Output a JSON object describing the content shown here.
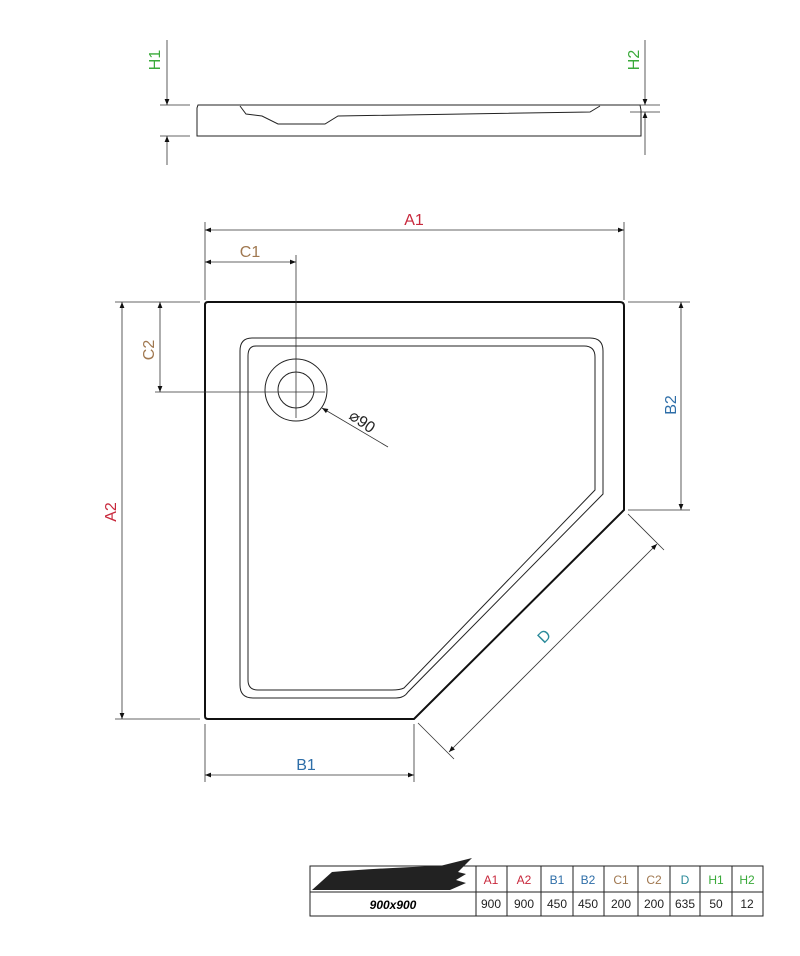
{
  "labels": {
    "A1": "A1",
    "A2": "A2",
    "B1": "B1",
    "B2": "B2",
    "C1": "C1",
    "C2": "C2",
    "D": "D",
    "H1": "H1",
    "H2": "H2",
    "drain": "90"
  },
  "colors": {
    "A": "#c8283c",
    "B": "#2e6ea8",
    "C": "#a07850",
    "D": "#2a8a9a",
    "H": "#3aaa3a"
  },
  "table": {
    "headers": [
      "A1",
      "A2",
      "B1",
      "B2",
      "C1",
      "C2",
      "D",
      "H1",
      "H2"
    ],
    "model": "900x900",
    "values": [
      "900",
      "900",
      "450",
      "450",
      "200",
      "200",
      "635",
      "50",
      "12"
    ]
  }
}
